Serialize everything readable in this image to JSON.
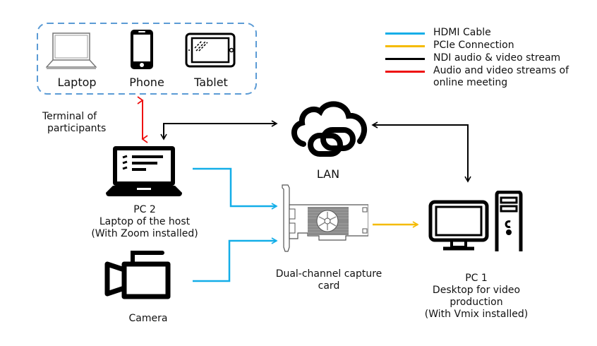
{
  "legend": [
    {
      "label": "HDMI Cable",
      "color": "#13aee8"
    },
    {
      "label": "PCIe Connection",
      "color": "#f5bb00"
    },
    {
      "label": "NDI audio & video stream",
      "color": "#000000"
    },
    {
      "label": "Audio and video streams of online meeting",
      "color": "#ee1111"
    }
  ],
  "participants_group": {
    "devices": [
      {
        "label": "Laptop",
        "icon": "laptop-outline-icon"
      },
      {
        "label": "Phone",
        "icon": "phone-icon"
      },
      {
        "label": "Tablet",
        "icon": "tablet-icon"
      }
    ],
    "caption_line1": "Terminal of",
    "caption_line2": "participants",
    "border_color": "#5b9bd5"
  },
  "nodes": {
    "pc2": {
      "line1": "PC 2",
      "line2": "Laptop of the host",
      "line3": "(With Zoom installed)"
    },
    "camera": {
      "label": "Camera"
    },
    "lan": {
      "label": "LAN"
    },
    "capture_card": {
      "line1": "Dual-channel capture",
      "line2": "card"
    },
    "pc1": {
      "line1": "PC 1",
      "line2": "Desktop for video",
      "line3": "production",
      "line4": "(With Vmix installed)"
    }
  },
  "connections": [
    {
      "from": "participants",
      "to": "pc2",
      "type": "online-meeting",
      "bidirectional": true
    },
    {
      "from": "pc2",
      "to": "lan",
      "type": "ndi",
      "bidirectional": true
    },
    {
      "from": "lan",
      "to": "pc1",
      "type": "ndi",
      "bidirectional": true
    },
    {
      "from": "pc2",
      "to": "capture_card",
      "type": "hdmi"
    },
    {
      "from": "camera",
      "to": "capture_card",
      "type": "hdmi"
    },
    {
      "from": "capture_card",
      "to": "pc1",
      "type": "pcie"
    }
  ]
}
